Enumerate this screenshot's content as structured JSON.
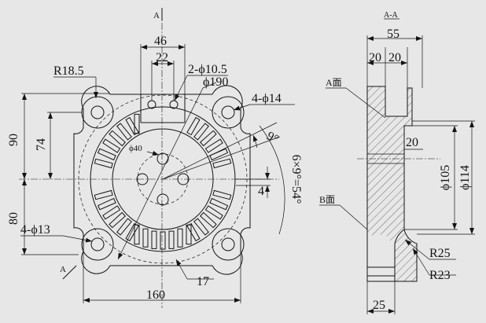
{
  "labels": {
    "section_mark_top": "A",
    "section_mark_bottom": "A",
    "section_title": "A-A",
    "face_a": "A面",
    "face_b": "B面"
  },
  "front_view": {
    "dim_46": "46",
    "dim_22": "22",
    "dim_r18_5": "R18.5",
    "dim_hole_10_5": "2-ϕ10.5",
    "dim_dia_190": "ϕ190",
    "dim_hole_14": "4-ϕ14",
    "dim_90": "90",
    "dim_74": "74",
    "dim_dia_40": "ϕ40",
    "dim_9deg": "9°",
    "dim_6x9": "6×9°=54°",
    "dim_4": "4",
    "dim_80": "80",
    "dim_hole_13": "4-ϕ13",
    "dim_17": "17",
    "dim_160": "160"
  },
  "section_view": {
    "dim_55": "55",
    "dim_20a": "20",
    "dim_20b": "20",
    "dim_20c": "20",
    "dim_dia_105": "ϕ105",
    "dim_dia_114": "ϕ114",
    "dim_r25": "R25",
    "dim_r23": "R23",
    "dim_25": "25"
  }
}
